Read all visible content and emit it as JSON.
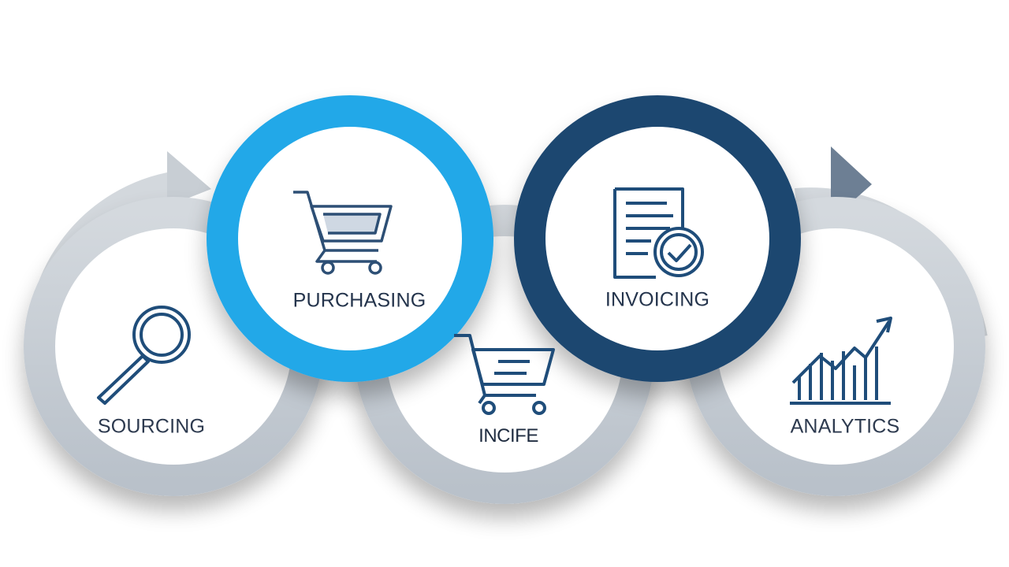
{
  "stages": [
    {
      "id": "sourcing",
      "label": "SOURCING",
      "icon": "magnifier-icon"
    },
    {
      "id": "purchasing",
      "label": "PURCHASING",
      "icon": "shopping-cart-icon"
    },
    {
      "id": "middle",
      "label": "INCIFE",
      "icon": "shopping-cart-icon"
    },
    {
      "id": "invoicing",
      "label": "INVOICING",
      "icon": "document-check-icon"
    },
    {
      "id": "analytics",
      "label": "ANALYTICS",
      "icon": "growth-chart-icon"
    }
  ],
  "colors": {
    "light_blue": "#22a8e8",
    "dark_navy": "#1d4670",
    "gray_ring": "#c9cfd6",
    "icon_stroke": "#1f4d7a",
    "arrow_gray": "#d0d5da",
    "arrow_dark": "#6d7f94"
  }
}
